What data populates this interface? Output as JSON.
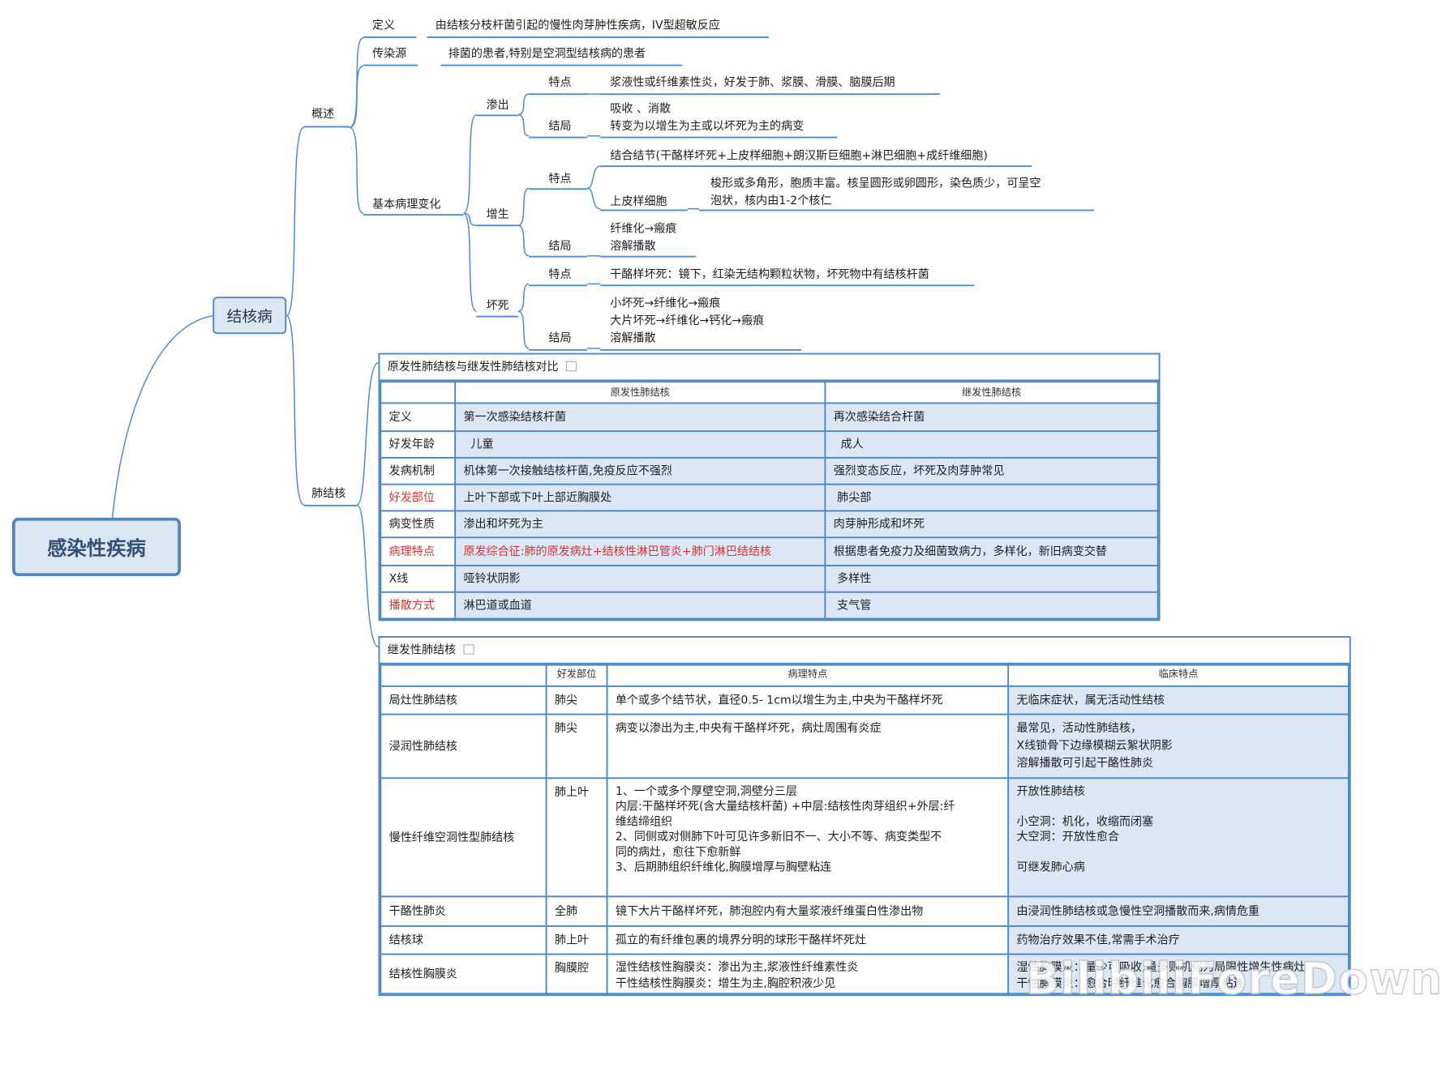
{
  "root": {
    "label": "感染性疾病"
  },
  "topic": {
    "label": "结核病"
  },
  "overview": {
    "label": "概述",
    "definition": {
      "label": "定义",
      "text": "由结核分枝杆菌引起的慢性肉芽肿性疾病，IV型超敏反应"
    },
    "source": {
      "label": "传染源",
      "text": "排菌的患者,特别是空洞型结核病的患者"
    },
    "basic_changes": {
      "label": "基本病理变化",
      "exudation": {
        "label": "渗出",
        "feature_label": "特点",
        "feature_text": "浆液性或纤维素性炎，好发于肺、浆膜、滑膜、脑膜后期",
        "outcome_label": "结局",
        "outcome_text": "吸收 、消散\n转变为以增生为主或以坏死为主的病变"
      },
      "proliferation": {
        "label": "增生",
        "feature_label": "特点",
        "feature_text": "结合结节(干酪样坏死+上皮样细胞+朗汉斯巨细胞+淋巴细胞+成纤维细胞)",
        "epithelioid_label": "上皮样细胞",
        "epithelioid_text": "梭形或多角形，胞质丰富。核呈圆形或卵圆形，染色质少，可呈空\n泡状，核内由1-2个核仁",
        "outcome_label": "结局",
        "outcome_text": "纤维化→瘢痕\n溶解播散"
      },
      "necrosis": {
        "label": "坏死",
        "feature_label": "特点",
        "feature_text": "干酪样坏死：镜下，红染无结构颗粒状物，坏死物中有结核杆菌",
        "outcome_label": "结局",
        "outcome_text": "小坏死→纤维化→瘢痕\n大片坏死→纤维化→钙化→瘢痕\n溶解播散"
      }
    }
  },
  "lung_tb": {
    "label": "肺结核"
  },
  "table1": {
    "caption": "原发性肺结核与继发性肺结核对比",
    "headers": [
      "",
      "原发性肺结核",
      "继发性肺结核"
    ],
    "rows": [
      {
        "label": "定义",
        "primary": "第一次感染结核杆菌",
        "secondary": "再次感染结合杆菌",
        "red": false
      },
      {
        "label": "好发年龄",
        "primary": "  儿童",
        "secondary": "  成人",
        "red": false
      },
      {
        "label": "发病机制",
        "primary": "机体第一次接触结核杆菌,免疫反应不强烈",
        "secondary": "强烈变态反应，坏死及肉芽肿常见",
        "red": false
      },
      {
        "label": "好发部位",
        "primary": "上叶下部或下叶上部近胸膜处",
        "secondary": " 肺尖部",
        "red": true
      },
      {
        "label": "病变性质",
        "primary": "渗出和坏死为主",
        "secondary": "肉芽肿形成和坏死",
        "red": false
      },
      {
        "label": "病理特点",
        "primary": "原发综合征:肺的原发病灶+结核性淋巴管炎+肺门淋巴结结核",
        "secondary": "根据患者免疫力及细菌致病力，多样化，新旧病变交替",
        "red": true,
        "primary_red": true
      },
      {
        "label": "X线",
        "primary": "哑铃状阴影",
        "secondary": " 多样性",
        "red": false
      },
      {
        "label": "播散方式",
        "primary": "淋巴道或血道",
        "secondary": " 支气管",
        "red": true
      }
    ]
  },
  "table2": {
    "caption": "继发性肺结核",
    "headers": [
      "",
      "好发部位",
      "病理特点",
      "临床特点"
    ],
    "rows": [
      {
        "type": "局灶性肺结核",
        "site": "肺尖",
        "pathology": "单个或多个结节状，直径0.5- 1cm以增生为主,中央为干酪样坏死",
        "clinical": "无临床症状，属无活动性结核"
      },
      {
        "type": "浸润性肺结核",
        "site": "肺尖",
        "pathology": "病变以渗出为主,中央有干酪样坏死，病灶周围有炎症",
        "clinical": "最常见，活动性肺结核，\nX线锁骨下边缘模糊云絮状阴影\n溶解播散可引起干酪性肺炎"
      },
      {
        "type": "慢性纤维空洞性型肺结核",
        "site": "肺上叶",
        "pathology": "1、一个或多个厚壁空洞,洞壁分三层\n内层:干酪样坏死(含大量结核杆菌) +中层:结核性肉芽组织+外层:纤\n维结缔组织\n2、同侧或对侧肺下叶可见许多新旧不一、大小不等、病变类型不\n同的病灶，愈往下愈新鲜\n3、后期肺组织纤维化,胸膜增厚与胸壁粘连",
        "clinical": "开放性肺结核\n\n小空洞：机化，收缩而闭塞\n大空洞：开放性愈合\n\n可继发肺心病"
      },
      {
        "type": "干酪性肺炎",
        "site": "全肺",
        "pathology": "镜下大片干酪样坏死，肺泡腔内有大量浆液纤维蛋白性渗出物",
        "clinical": "由浸润性肺结核或急慢性空洞播散而来,病情危重"
      },
      {
        "type": "结核球",
        "site": "肺上叶",
        "pathology": "孤立的有纤维包裹的境界分明的球形干酪样坏死灶",
        "clinical": "药物治疗效果不佳,常需手术治疗"
      },
      {
        "type": "结核性胸膜炎",
        "site": "胸膜腔",
        "pathology": "湿性结核性胸膜炎：渗出为主,浆液性纤维素性炎\n干性结核性胸膜炎：增生为主,胸腔积液少见",
        "clinical": "湿性胸膜炎：量少可吸收;量多则机化为局限性增生性病灶\n干性胸膜炎：愈合时纤维化愈合胸膜增厚粘连"
      }
    ]
  },
  "watermark": {
    "text": "BilibiliForeDown"
  },
  "colors": {
    "line": "#4d8bd0",
    "root_bg": "#dce7f4",
    "table_border": "#4a86c7",
    "row_bg": "#dce7f6",
    "red": "#d93030"
  }
}
